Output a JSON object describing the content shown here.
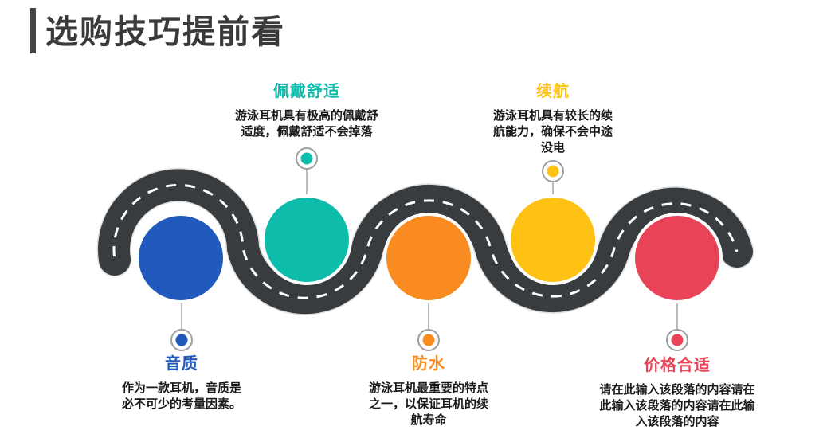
{
  "header": {
    "title": "选购技巧提前看",
    "title_color": "#3a3a3a",
    "accent_bar_color": "#464646"
  },
  "road": {
    "color": "#383c3f",
    "dash_color": "#ffffff",
    "casing_color": "#dcdedf"
  },
  "marker": {
    "ring_color": "#9aa0a3",
    "stem_color": "#b3b6b8"
  },
  "items": [
    {
      "id": "sound-quality",
      "title": "音质",
      "description": "作为一款耳机，音质是必不可少的考量因素。",
      "color": "#2159bd",
      "position": "bottom"
    },
    {
      "id": "wear-comfort",
      "title": "佩戴舒适",
      "description": "游泳耳机具有极高的佩戴舒适度，佩戴舒适不会掉落",
      "color": "#0dbcab",
      "position": "top"
    },
    {
      "id": "waterproof",
      "title": "防水",
      "description": "游泳耳机最重要的特点之一，以保证耳机的续航寿命",
      "color": "#f98b20",
      "position": "bottom"
    },
    {
      "id": "battery-life",
      "title": "续航",
      "description": "游泳耳机具有较长的续航能力，确保不会中途没电",
      "color": "#fec114",
      "position": "top"
    },
    {
      "id": "right-price",
      "title": "价格合适",
      "description": "请在此输入该段落的内容请在此输入该段落的内容请在此输入该段落的内容",
      "color": "#e84356",
      "position": "bottom"
    }
  ]
}
